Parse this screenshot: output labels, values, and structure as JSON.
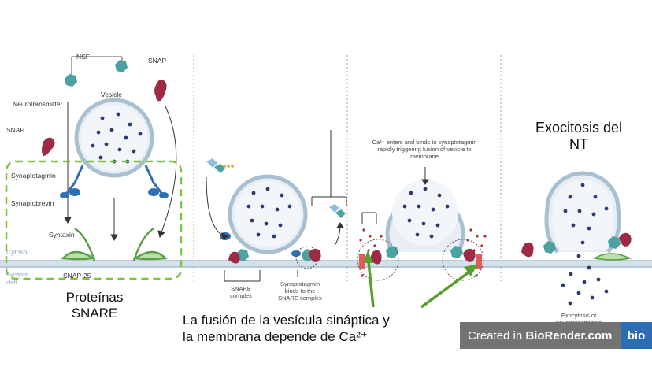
{
  "panel1": {
    "nsf": "NSF",
    "snap_top": "SNAP",
    "vesicle": "Vesicle",
    "neurotransmitter": "Neurotransmitter",
    "snap_left": "SNAP",
    "synaptotagmin": "Synaptotagmin",
    "synaptobrevin": "Synaptobrevin",
    "syntaxin": "Syntaxin",
    "cytosol": "Cytosol",
    "snap25": "SNAP-25",
    "synaptic": "Synaptic",
    "cleft": "cleft",
    "highlight_line1": "Proteínas",
    "highlight_line2": "SNARE"
  },
  "panel2": {
    "snare_complex_1": "SNARE",
    "snare_complex_2": "complex",
    "syt_binds_1": "Synaptotagmin",
    "syt_binds_2": "binds to the",
    "syt_binds_3": "SNARE complex"
  },
  "panel3": {
    "ca_line1": "Ca²⁺ enters and binds to synaptotagmin",
    "ca_line2": "rapidly triggering fusion of vesicle to",
    "ca_line3": "membrane"
  },
  "panel4": {
    "title_line1": "Exocitosis del",
    "title_line2": "NT",
    "exo_1": "Exocytosis of",
    "exo_2": "neurotransmitters"
  },
  "caption": {
    "line1": "La fusión de la vesícula sináptica y",
    "line2": "la membrana depende de Ca²⁺"
  },
  "watermark": {
    "prefix": "Created in ",
    "brand": "BioRender.com",
    "logo": "bio"
  },
  "colors": {
    "vesicle_fill": "#e8eef3",
    "vesicle_stroke": "#a9c0d1",
    "dots": "#2b3d6b",
    "teal": "#4aa3a0",
    "maroon": "#9e2b45",
    "blue": "#2f6fb3",
    "green_dashed": "#7cc243",
    "arrow_green": "#5a9e2f",
    "membrane": "#b9c9d6"
  }
}
